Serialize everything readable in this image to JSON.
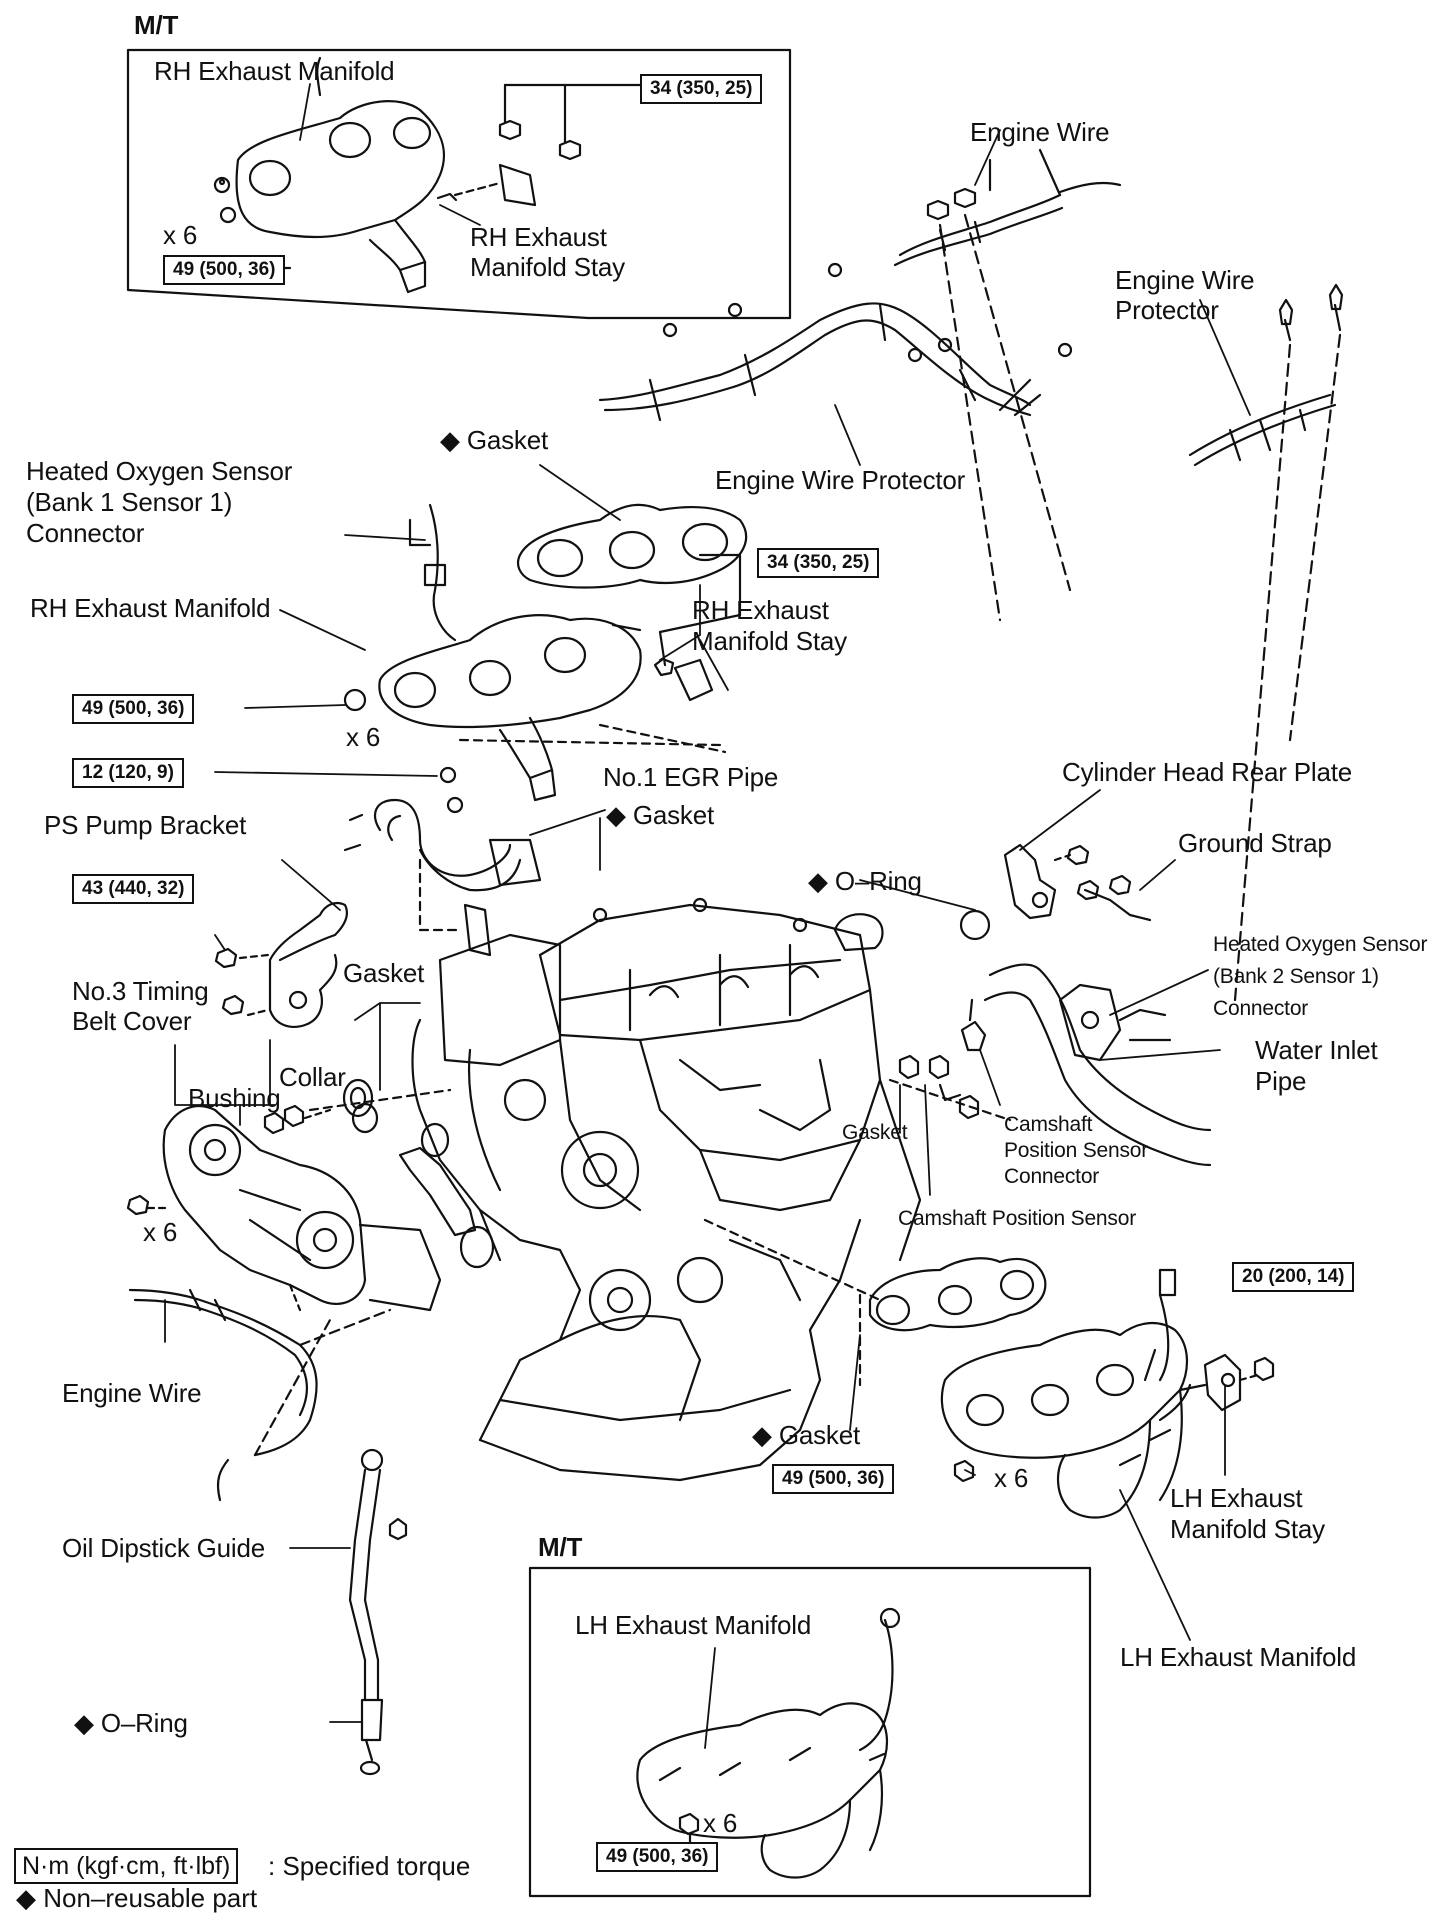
{
  "inset_top": {
    "mt": "M/T",
    "manifold": "RH Exhaust Manifold",
    "stay_1": "RH Exhaust",
    "stay_2": "Manifold Stay",
    "torque_a": "34 (350, 25)",
    "torque_b": "49 (500, 36)",
    "qty": "x 6"
  },
  "inset_bottom": {
    "mt": "M/T",
    "manifold": "LH Exhaust Manifold",
    "qty": "x 6",
    "torque": "49 (500, 36)"
  },
  "labels": {
    "engine_wire_top": "Engine Wire",
    "engine_wire_protector_rt_1": "Engine Wire",
    "engine_wire_protector_rt_2": "Protector",
    "gasket_top": "◆ Gasket",
    "engine_wire_protector": "Engine Wire Protector",
    "heated_o2_1_a": "Heated Oxygen Sensor",
    "heated_o2_1_b": "(Bank 1 Sensor 1)",
    "heated_o2_1_c": "Connector",
    "rh_manifold": "RH Exhaust Manifold",
    "rh_stay_1": "RH Exhaust",
    "rh_stay_2": "Manifold Stay",
    "x6_rh": "x 6",
    "egr_pipe": "No.1 EGR Pipe",
    "gasket_egr": "◆ Gasket",
    "cyl_head_plate": "Cylinder Head Rear Plate",
    "ground_strap": "Ground Strap",
    "ps_pump": "PS Pump Bracket",
    "oring_top": "◆ O–Ring",
    "heated_o2_2_a": "Heated Oxygen Sensor",
    "heated_o2_2_b": "(Bank 2 Sensor 1)",
    "heated_o2_2_c": "Connector",
    "timing_cover_1": "No.3 Timing",
    "timing_cover_2": "Belt Cover",
    "gasket_mid": "Gasket",
    "water_inlet_1": "Water Inlet",
    "water_inlet_2": "Pipe",
    "collar": "Collar",
    "bushing": "Bushing",
    "gasket_small": "Gasket",
    "cam_conn_1": "Camshaft",
    "cam_conn_2": "Position Sensor",
    "cam_conn_3": "Connector",
    "x6_left": "x 6",
    "cam_sensor": "Camshaft Position Sensor",
    "engine_wire_bottom": "Engine Wire",
    "gasket_lh": "◆ Gasket",
    "x6_lh": "x 6",
    "lh_stay_1": "LH Exhaust",
    "lh_stay_2": "Manifold Stay",
    "dipstick": "Oil Dipstick Guide",
    "lh_manifold": "LH Exhaust Manifold",
    "oring_bottom": "◆ O–Ring"
  },
  "torques": {
    "rh_stay": "34 (350, 25)",
    "rh_manifold": "49 (500, 36)",
    "egr": "12 (120, 9)",
    "ps_pump": "43 (440, 32)",
    "lh_stay": "20 (200, 14)",
    "lh_manifold": "49 (500, 36)"
  },
  "legend": {
    "unit_box": "N·m (kgf·cm, ft·lbf)",
    "unit_text": ": Specified torque",
    "nonreusable": "◆ Non–reusable part"
  }
}
